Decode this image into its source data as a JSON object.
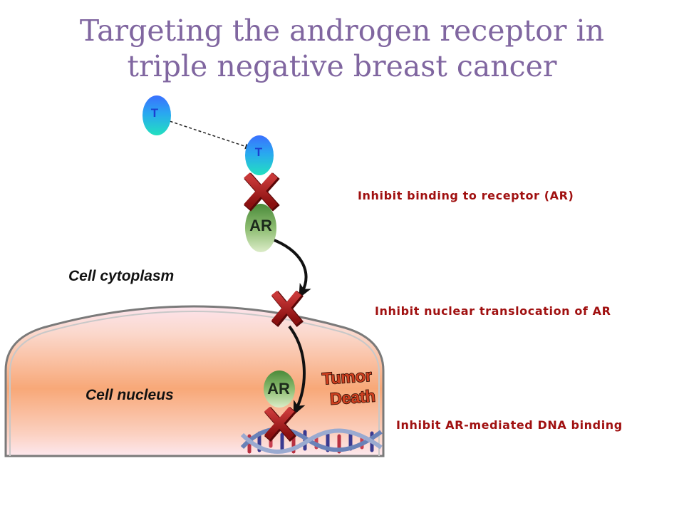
{
  "title": {
    "line1": "Targeting the androgen receptor in",
    "line2": "triple negative breast cancer"
  },
  "molecules": {
    "testosterone_label": "T",
    "receptor_label": "AR"
  },
  "regions": {
    "cytoplasm": "Cell cytoplasm",
    "nucleus": "Cell nucleus"
  },
  "outcome": {
    "line1": "Tumor",
    "line2": "Death"
  },
  "inhibitions": [
    "Inhibit binding to receptor (AR)",
    "Inhibit nuclear translocation of AR",
    "Inhibit AR-mediated DNA binding"
  ],
  "colors": {
    "title": "#8066a0",
    "inhibit_text": "#a01010",
    "x_mark": "#c02020",
    "t_molecule": "#1ec8c8",
    "ar_molecule": "#7aa860",
    "nucleus_top": "#fbe0e8",
    "nucleus_mid": "#f8a878",
    "outcome_text": "#d04020"
  }
}
